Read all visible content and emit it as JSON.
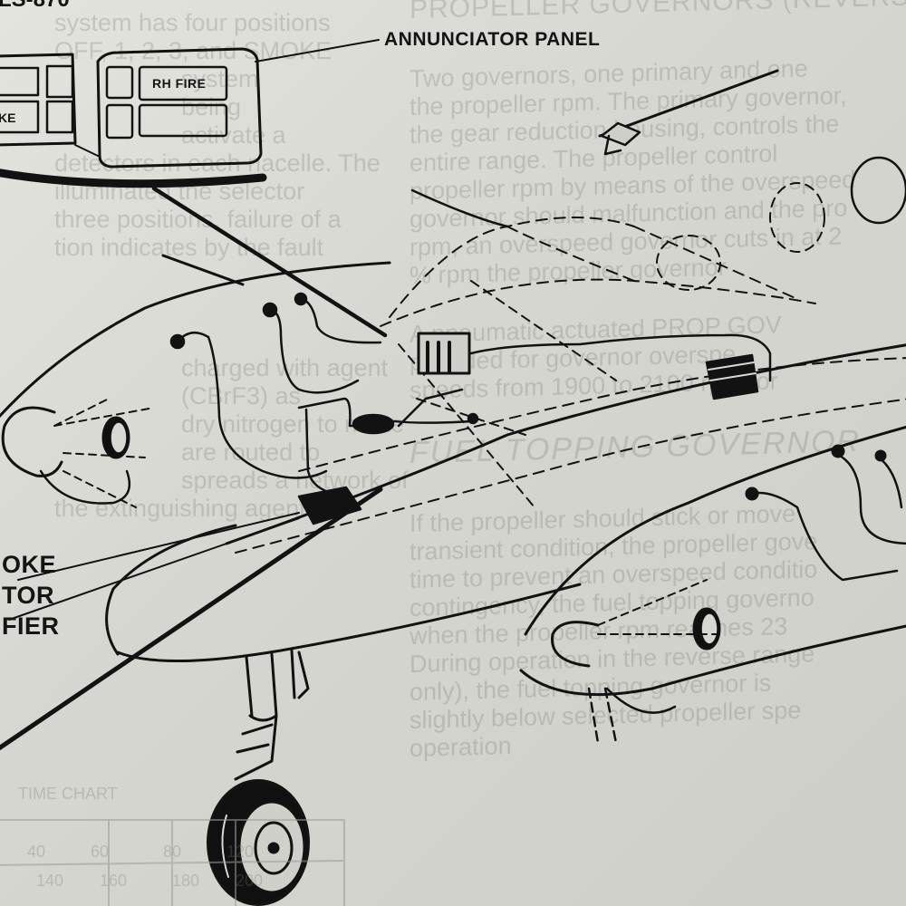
{
  "page_id": "LS-870",
  "annunciator_panel_label": "ANNUNCIATOR PANEL",
  "annunciator_legends": [
    "RH FIRE",
    "KE"
  ],
  "callout_left": [
    "OKE",
    "TOR",
    "FIER"
  ],
  "background_text_right": {
    "heading": "PROPELLER GOVERNORS (REVERS",
    "lines": [
      "Two governors, one primary and one",
      "the propeller rpm. The primary governor,",
      "the gear reduction housing, controls the",
      "entire range. The propeller control",
      "propeller rpm by means of the overspeed",
      "governor should malfunction and the pro",
      "rpm, an overspeed governor cuts in at 2",
      "% rpm the propeller governor",
      "",
      "A pneumatic actuated PROP GOV",
      "provided for governor overspe",
      "speeds from 1900 to 2100 rpm for",
      "",
      "FUEL TOPPING GOVERNOR",
      "",
      "If the propeller should stick or move",
      "transient condition, the propeller gove",
      "time to prevent an overspeed conditio",
      "contingency, the fuel topping governo",
      "when the propeller rpm reaches 23",
      "During operation in the reverse range",
      "only), the fuel topping governor is",
      "slightly below selected propeller spe",
      "operation"
    ]
  },
  "background_text_left": {
    "lines": [
      "system has four positions",
      "OFF, 1, 2, 3, and SMOKE",
      "system",
      "being",
      "activate a",
      "detectors in each nacelle. The",
      "illuminated the selector",
      "three positions, failure of a",
      "tion indicates by the fault",
      "",
      "",
      "",
      "charged with agent",
      "(CBrF3) as",
      "dry nitrogen to make",
      "are routed to",
      "spreads a network of",
      "the extinguishing agent"
    ]
  },
  "chart_fragment": {
    "title": "TIME CHART",
    "values": [
      "40",
      "60",
      "80",
      "120",
      "140",
      "160",
      "180",
      "200"
    ]
  }
}
